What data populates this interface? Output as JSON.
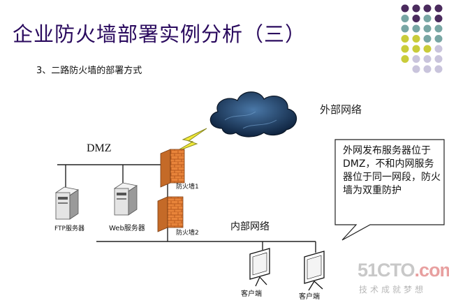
{
  "title": "企业防火墙部署实例分析（三）",
  "subtitle": "3、二路防火墙的部署方式",
  "zones": {
    "outer": "外部网络",
    "dmz": "DMZ",
    "inner": "内部网络"
  },
  "firewalls": [
    "防火墙1",
    "防火墙2"
  ],
  "servers": [
    "FTP服务器",
    "Web服务器"
  ],
  "clients": [
    "客户端",
    "客户端"
  ],
  "callout": "外网发布服务器位于DMZ，不和内网服务器位于同一网段，防火墙为双重防护",
  "watermark": {
    "main": "51CTO",
    "suffix": ".com",
    "sub": "技术成就梦想"
  },
  "colors": {
    "title": "#2a0a5e",
    "dot_purple": "#4b2b5e",
    "dot_teal": "#78a6a4",
    "dot_yellow": "#c9cc3a",
    "dot_lavender": "#c9c4dc",
    "firewall": "#e8843a",
    "cloud": "#1d3a5e",
    "lightning": "#f2ea3a"
  }
}
